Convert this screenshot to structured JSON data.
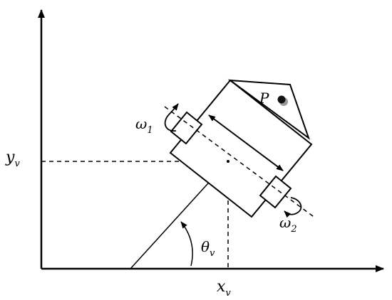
{
  "labels": {
    "y_axis": {
      "main": "y",
      "sub": "v"
    },
    "x_axis": {
      "main": "x",
      "sub": "v"
    },
    "theta": {
      "main": "θ",
      "sub": "v"
    },
    "omega1": {
      "main": "ω",
      "sub": "1"
    },
    "omega2": {
      "main": "ω",
      "sub": "2"
    },
    "point": "P"
  },
  "colors": {
    "stroke": "#000000",
    "point_fill": "#111111",
    "point_shadow": "#9a9a9a"
  }
}
